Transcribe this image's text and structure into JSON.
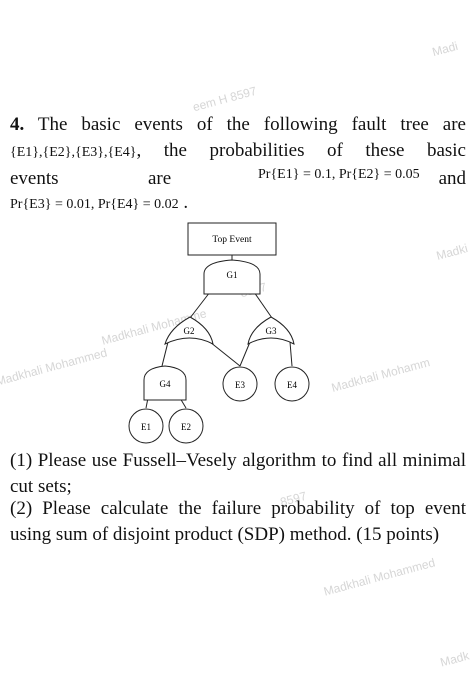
{
  "question": {
    "number": "4.",
    "line1": "The basic events of the following fault tree are",
    "events_set": "{E1},{E2},{E3},{E4}",
    "line2_text": ", the probabilities of these basic",
    "line3_word1": "events",
    "line3_word2": "are",
    "prob_e1_e2": "Pr{E1} = 0.1, Pr{E2} = 0.05",
    "line3_end": "and",
    "prob_e3_e4": "Pr{E3} = 0.01, Pr{E4} = 0.02",
    "period": "."
  },
  "tree": {
    "top_event": "Top Event",
    "gates": [
      "G1",
      "G2",
      "G3",
      "G4"
    ],
    "events": [
      "E1",
      "E2",
      "E3",
      "E4"
    ]
  },
  "tasks": {
    "task1": "(1) Please use Fussell–Vesely algorithm to find all minimal cut sets;",
    "task2": "(2) Please calculate the failure probability of top event using sum of disjoint product (SDP) method. (15 points)"
  },
  "watermarks": [
    "Madkhali Mohammed",
    "8597",
    "Madkhali Mohamme",
    "eem H  8597",
    "Madkhali Mohammed",
    "Madkhali Mohamm",
    "Madki",
    "8597",
    "Madi",
    "Madk"
  ]
}
